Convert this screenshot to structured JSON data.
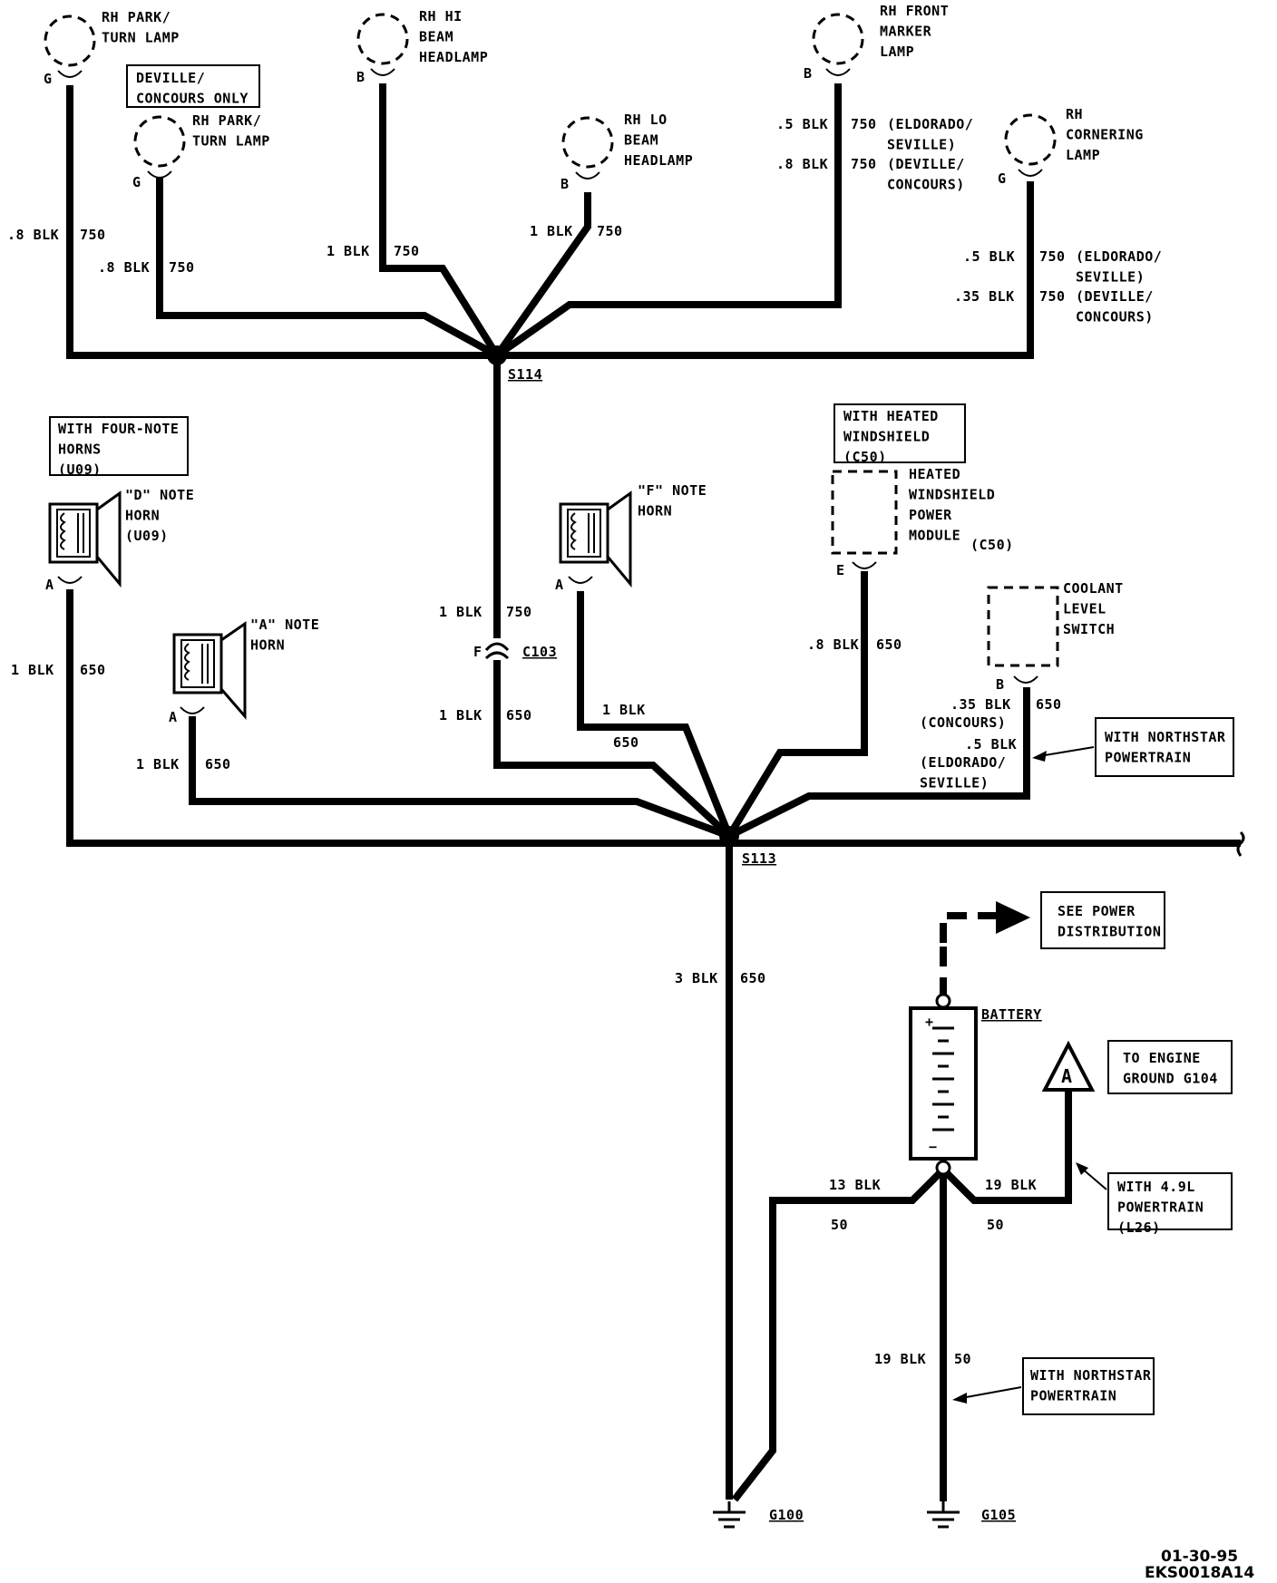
{
  "components": {
    "rh_park_turn_lamp_1": "RH PARK/\nTURN LAMP",
    "rh_hi_beam": "RH HI\nBEAM\nHEADLAMP",
    "rh_front_marker": "RH FRONT\nMARKER\nLAMP",
    "rh_park_turn_lamp_2": "RH PARK/\nTURN LAMP",
    "rh_lo_beam": "RH LO\nBEAM\nHEADLAMP",
    "rh_cornering": "RH\nCORNERING\nLAMP",
    "d_note_horn": "\"D\" NOTE\nHORN\n(U09)",
    "f_note_horn": "\"F\" NOTE\nHORN",
    "a_note_horn": "\"A\" NOTE\nHORN",
    "heated_windshield_module": "HEATED\nWINDSHIELD\nPOWER\nMODULE",
    "heated_windshield_module_rpo": "(C50)",
    "coolant_level_switch": "COOLANT\nLEVEL\nSWITCH",
    "battery": "BATTERY",
    "battery_plus": "+",
    "battery_minus": "−",
    "ground_triangle": "A"
  },
  "notes": {
    "deville_concours_only": "DEVILLE/\nCONCOURS ONLY",
    "four_note_horns": "WITH FOUR-NOTE\nHORNS\n(U09)",
    "heated_windshield": "WITH HEATED\nWINDSHIELD\n(C50)",
    "northstar_1": "WITH NORTHSTAR\nPOWERTRAIN",
    "see_power_distribution": "SEE POWER\nDISTRIBUTION",
    "to_engine_ground": "TO ENGINE\nGROUND G104",
    "with_49l": "WITH 4.9L\nPOWERTRAIN\n(L26)",
    "northstar_2": "WITH NORTHSTAR\nPOWERTRAIN"
  },
  "pins": {
    "park1": "G",
    "hi": "B",
    "marker": "B",
    "park2": "G",
    "lo": "B",
    "corner": "G",
    "d_horn": "A",
    "a_horn": "A",
    "f_horn": "A",
    "hw_module": "E",
    "coolant": "B",
    "c103": "F"
  },
  "splices": {
    "s114": "S114",
    "s113": "S113",
    "c103": "C103"
  },
  "grounds": {
    "g100": "G100",
    "g105": "G105"
  },
  "wires": {
    "w_park1_size": ".8 BLK",
    "w_park1_ckt": "750",
    "w_park2_size": ".8 BLK",
    "w_park2_ckt": "750",
    "w_hi_size": "1 BLK",
    "w_hi_ckt": "750",
    "w_lo_size": "1 BLK",
    "w_lo_ckt": "750",
    "w_marker_size1": ".5 BLK",
    "w_marker_ckt1": "750",
    "w_marker_note1": "(ELDORADO/\nSEVILLE)",
    "w_marker_size2": ".8 BLK",
    "w_marker_ckt2": "750",
    "w_marker_note2": "(DEVILLE/\nCONCOURS)",
    "w_corner_size1": ".5 BLK",
    "w_corner_ckt1": "750",
    "w_corner_note1": "(ELDORADO/\nSEVILLE)",
    "w_corner_size2": ".35 BLK",
    "w_corner_ckt2": "750",
    "w_corner_note2": "(DEVILLE/\nCONCOURS)",
    "w_c103_up_size": "1 BLK",
    "w_c103_up_ckt": "750",
    "w_c103_dn_size": "1 BLK",
    "w_c103_dn_ckt": "650",
    "w_d_horn_size": "1 BLK",
    "w_d_horn_ckt": "650",
    "w_a_horn_size": "1 BLK",
    "w_a_horn_ckt": "650",
    "w_f_horn_size": "1 BLK",
    "w_f_horn_ckt": "650",
    "w_hw_size": ".8 BLK",
    "w_hw_ckt": "650",
    "w_cool_size1": ".35 BLK",
    "w_cool_note1": "(CONCOURS)",
    "w_cool_ckt": "650",
    "w_cool_size2": ".5 BLK",
    "w_cool_note2": "(ELDORADO/\nSEVILLE)",
    "w_main_size": "3 BLK",
    "w_main_ckt": "650",
    "w_bat_left_size": "13 BLK",
    "w_bat_left_ckt": "50",
    "w_bat_right_size": "19 BLK",
    "w_bat_right_ckt": "50",
    "w_bat_down_size": "19 BLK",
    "w_bat_down_ckt": "50"
  },
  "stamp": {
    "date": "01-30-95",
    "code": "EKS0018A14"
  }
}
